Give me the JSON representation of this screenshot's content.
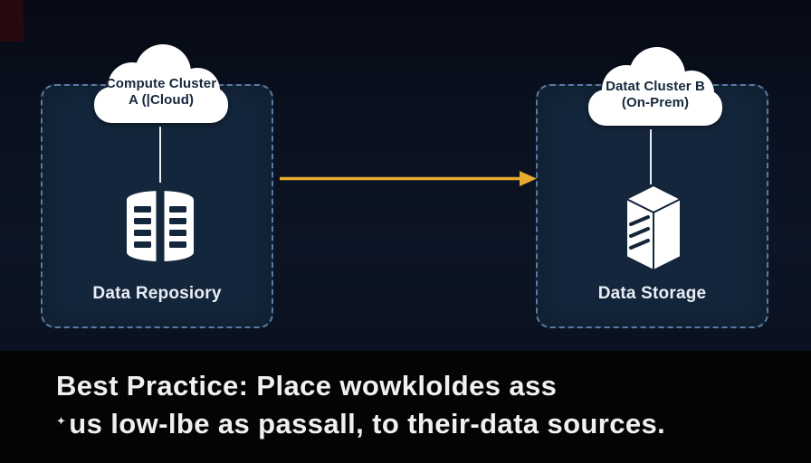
{
  "clusters": {
    "left": {
      "cloud_line1": "Compute Cluster",
      "cloud_line2": "A (|Cloud)",
      "node_label": "Data Reposiory",
      "icon": "database-icon"
    },
    "right": {
      "cloud_line1": "Datat Cluster B",
      "cloud_line2": "(On-Prem)",
      "node_label": "Data Storage",
      "icon": "server-tower-icon"
    }
  },
  "arrow": {
    "from": "left-cluster",
    "to": "right-cluster",
    "color": "#e7ac2d"
  },
  "caption": {
    "line1": "Best Practice: Place wowkloldes ass",
    "line2_marker": "✦",
    "line2": "us low-lbe as passall, to their-data sources."
  },
  "colors": {
    "background": "#0a1120",
    "panel_fill": "#14263b",
    "panel_border": "#5b7aa3",
    "cloud_fill": "#ffffff",
    "cloud_text": "#16273d",
    "arrow": "#e7ac2d",
    "caption_bg": "#040404",
    "caption_text": "#f0f0f0"
  }
}
